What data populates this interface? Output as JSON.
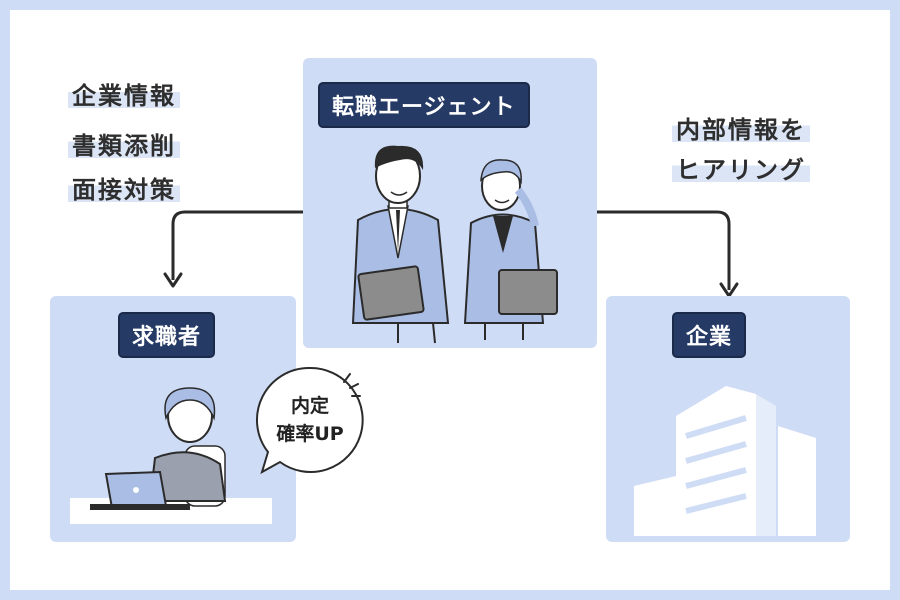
{
  "agent": {
    "title": "転職エージェント"
  },
  "seeker": {
    "title": "求職者"
  },
  "company": {
    "title": "企業"
  },
  "left_labels": [
    "企業情報",
    "書類添削",
    "面接対策"
  ],
  "right_labels": [
    "内部情報を",
    "ヒアリング"
  ],
  "bubble": {
    "line1": "内定",
    "line2": "確率UP"
  },
  "colors": {
    "background": "#cfdcf5",
    "panel": "#cfdcf5",
    "badge": "#263a66",
    "suit": "#a9bde5",
    "arrow": "#2b2b2b"
  }
}
